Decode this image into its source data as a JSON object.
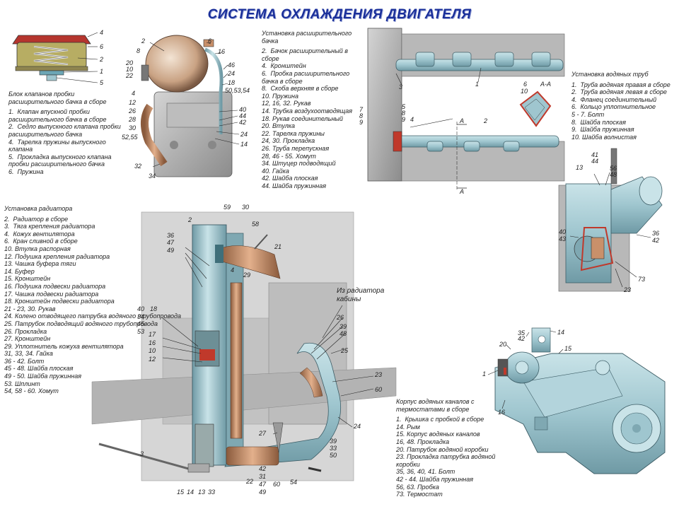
{
  "title": "СИСТЕМА ОХЛАЖДЕНИЯ ДВИГАТЕЛЯ",
  "colors": {
    "title": "#1a2f9a",
    "metal": "#9fc6cf",
    "copper": "#c9906a",
    "gray": "#a8a8a8",
    "tank": "#d8b89a"
  },
  "valve_block": {
    "title": "Блок клапанов пробки расширительного бачка в сборе",
    "items": [
      {
        "n": "1.",
        "t": "Клапан впускной пробки расширительного бачка в сборе"
      },
      {
        "n": "2.",
        "t": "Седло выпускного клапана пробки расширительного бачка"
      },
      {
        "n": "4.",
        "t": "Тарелка пружины выпускного клапана"
      },
      {
        "n": "5.",
        "t": "Прокладка выпускного клапана пробки расширительного бачка"
      },
      {
        "n": "6.",
        "t": "Пружина"
      }
    ],
    "callouts": [
      "4",
      "6",
      "2",
      "1",
      "5"
    ]
  },
  "tank_install": {
    "title": "Установка расширительного бачка",
    "items": [
      {
        "n": "2.",
        "t": "Бачок расширительный в сборе"
      },
      {
        "n": "4.",
        "t": "Кронштейн"
      },
      {
        "n": "6.",
        "t": "Пробка расширительного бачка в сборе"
      },
      {
        "n": "8.",
        "t": "Скоба верхняя в сборе"
      },
      {
        "n": "10.",
        "t": "Пружина"
      },
      {
        "n": "12, 16, 32.",
        "t": "Рукав"
      },
      {
        "n": "14.",
        "t": "Трубка воздухоотводящая"
      },
      {
        "n": "18.",
        "t": "Рукав соединительный"
      },
      {
        "n": "20.",
        "t": "Втулка"
      },
      {
        "n": "22.",
        "t": "Тарелка пружины"
      },
      {
        "n": "24, 30.",
        "t": "Прокладка"
      },
      {
        "n": "26.",
        "t": "Труба перепускная"
      },
      {
        "n": "28, 46 - 55.",
        "t": "Хомут"
      },
      {
        "n": "34.",
        "t": "Штуцер подводящий"
      },
      {
        "n": "40.",
        "t": "Гайка"
      },
      {
        "n": "42.",
        "t": "Шайба плоская"
      },
      {
        "n": "44.",
        "t": "Шайба пружинная"
      }
    ],
    "callouts": [
      "2",
      "8",
      "6",
      "16",
      "20",
      "10",
      "22",
      "46",
      "24",
      "18",
      "50,53,54",
      "4",
      "12",
      "26",
      "28",
      "30",
      "52,55",
      "40",
      "44",
      "42",
      "24",
      "14",
      "32",
      "34"
    ]
  },
  "pipes_install": {
    "title": "Установка водяных труб",
    "items": [
      {
        "n": "1.",
        "t": "Труба водяная правая в сборе"
      },
      {
        "n": "2.",
        "t": "Труба водяная левая в сборе"
      },
      {
        "n": "4.",
        "t": "Фланец соединительный"
      },
      {
        "n": "6.",
        "t": "Кольцо уплотнительное"
      },
      {
        "n": "5 - 7.",
        "t": "Болт"
      },
      {
        "n": "8.",
        "t": "Шайба плоская"
      },
      {
        "n": "9.",
        "t": "Шайба пружинная"
      },
      {
        "n": "10.",
        "t": "Шайба волнистая"
      }
    ],
    "callouts": [
      "3",
      "1",
      "6",
      "10",
      "A-A",
      "7",
      "8",
      "9",
      "5",
      "8",
      "9",
      "4",
      "A",
      "2",
      "A"
    ]
  },
  "radiator": {
    "title": "Установка радиатора",
    "items": [
      {
        "n": "2.",
        "t": "Радиатор в сборе"
      },
      {
        "n": "3.",
        "t": "Тяга крепления радиатора"
      },
      {
        "n": "4.",
        "t": "Кожух вентилятора"
      },
      {
        "n": "6.",
        "t": "Кран сливной в сборе"
      },
      {
        "n": "10.",
        "t": "Втулка распорная"
      },
      {
        "n": "12.",
        "t": "Подушка крепления радиатора"
      },
      {
        "n": "13.",
        "t": "Чашка буфера тяги"
      },
      {
        "n": "14.",
        "t": "Буфер"
      },
      {
        "n": "15.",
        "t": "Кронштейн"
      },
      {
        "n": "16.",
        "t": "Подушка подвески радиатора"
      },
      {
        "n": "17.",
        "t": "Чашка подвески радиатора"
      },
      {
        "n": "18.",
        "t": "Кронштейн подвески радиатора"
      },
      {
        "n": "21 - 23, 30.",
        "t": "Рукав"
      },
      {
        "n": "24.",
        "t": "Колено отводящего патрубка водяного трубопровода"
      },
      {
        "n": "25.",
        "t": "Патрубок подводящий водяного трубопровода"
      },
      {
        "n": "26.",
        "t": "Прокладка"
      },
      {
        "n": "27.",
        "t": "Кронштейн"
      },
      {
        "n": "29.",
        "t": "Уплотнитель кожуха вентилятора"
      },
      {
        "n": "31, 33, 34.",
        "t": "Гайка"
      },
      {
        "n": "36 - 42.",
        "t": "Болт"
      },
      {
        "n": "45 - 48.",
        "t": "Шайба плоская"
      },
      {
        "n": "49 - 50.",
        "t": "Шайба пружинная"
      },
      {
        "n": "53.",
        "t": "Шплинт"
      },
      {
        "n": "54, 58 - 60.",
        "t": "Хомут"
      }
    ],
    "note": "Из радиатора кабины",
    "callouts": [
      "59",
      "30",
      "2",
      "58",
      "36",
      "47",
      "49",
      "21",
      "4",
      "29",
      "40",
      "34",
      "45",
      "53",
      "18",
      "17",
      "16",
      "10",
      "12",
      "26",
      "39",
      "48",
      "25",
      "23",
      "60",
      "27",
      "24",
      "39",
      "33",
      "50",
      "3",
      "22",
      "42",
      "31",
      "47",
      "49",
      "60",
      "54",
      "15",
      "14",
      "13",
      "33"
    ]
  },
  "thermostat_housing": {
    "callouts": [
      "13",
      "41",
      "44",
      "56",
      "48",
      "40",
      "43",
      "36",
      "42",
      "73",
      "23"
    ]
  },
  "water_channels": {
    "title": "Корпус водяных каналов с термостатами в сборе",
    "items": [
      {
        "n": "1.",
        "t": "Крышка с пробкой в сборе"
      },
      {
        "n": "14.",
        "t": "Рым"
      },
      {
        "n": "15.",
        "t": "Корпус водяных каналов"
      },
      {
        "n": "16, 48.",
        "t": "Прокладка"
      },
      {
        "n": "20.",
        "t": "Патрубок водяной коробки"
      },
      {
        "n": "23.",
        "t": "Прокладка патрубка водяной коробки"
      },
      {
        "n": "35, 36, 40, 41.",
        "t": "Болт"
      },
      {
        "n": "42 - 44.",
        "t": "Шайба пружинная"
      },
      {
        "n": "56, 63.",
        "t": "Пробка"
      },
      {
        "n": "73.",
        "t": "Термостат"
      }
    ],
    "callouts": [
      "35",
      "42",
      "14",
      "20",
      "15",
      "1",
      "16"
    ]
  }
}
